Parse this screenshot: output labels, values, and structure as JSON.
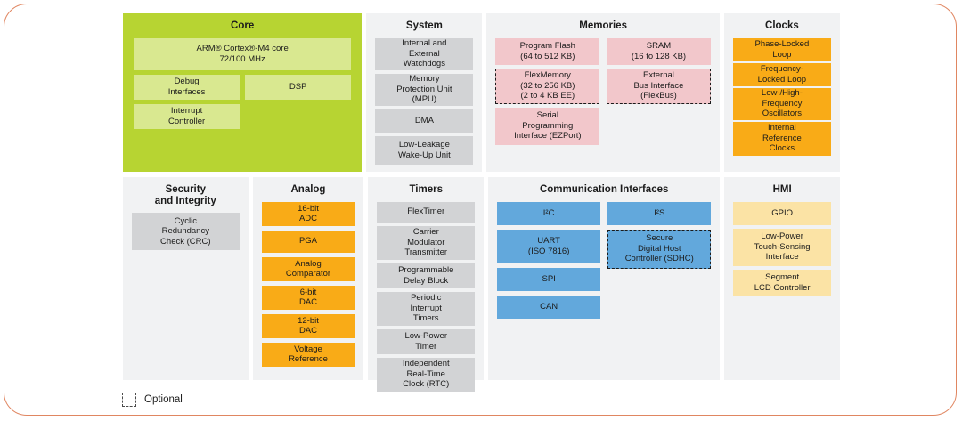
{
  "frame": {
    "border_color": "#e08661"
  },
  "legend": {
    "swatch_name": "dashed-square-icon",
    "label": "Optional"
  },
  "colors": {
    "core_panel": "#b7d432",
    "core_block": "#d9e890",
    "gray_block": "#d2d3d5",
    "pink_block": "#f2c7cb",
    "orange_block": "#f9ab17",
    "blue_block": "#62a8dc",
    "cream_block": "#fbe3a5",
    "panel_background": "#f1f2f3"
  },
  "panels": {
    "core": {
      "title": "Core",
      "blocks": {
        "main": "ARM® Cortex®-M4 core\n72/100 MHz",
        "debug": "Debug\nInterfaces",
        "dsp": "DSP",
        "interrupt": "Interrupt\nController"
      }
    },
    "system": {
      "title": "System",
      "blocks": [
        {
          "label": "Internal and\nExternal\nWatchdogs",
          "optional": false
        },
        {
          "label": "Memory\nProtection Unit\n(MPU)",
          "optional": false
        },
        {
          "label": "DMA",
          "optional": false
        },
        {
          "label": "Low-Leakage\nWake-Up Unit",
          "optional": false
        }
      ]
    },
    "memories": {
      "title": "Memories",
      "left_blocks": [
        {
          "label": "Program Flash\n(64 to 512 KB)",
          "optional": false
        },
        {
          "label": "FlexMemory\n(32 to 256 KB)\n(2 to 4 KB EE)",
          "optional": true
        },
        {
          "label": "Serial\nProgramming\nInterface (EZPort)",
          "optional": false
        }
      ],
      "right_blocks": [
        {
          "label": "SRAM\n(16 to 128 KB)",
          "optional": false
        },
        {
          "label": "External\nBus Interface\n(FlexBus)",
          "optional": true
        }
      ]
    },
    "clocks": {
      "title": "Clocks",
      "blocks": [
        {
          "label": "Phase-Locked\nLoop",
          "optional": false
        },
        {
          "label": "Frequency-\nLocked Loop",
          "optional": false
        },
        {
          "label": "Low-/High-\nFrequency\nOscillators",
          "optional": false
        },
        {
          "label": "Internal\nReference\nClocks",
          "optional": false
        }
      ]
    },
    "security": {
      "title": "Security\nand Integrity",
      "blocks": [
        {
          "label": "Cyclic\nRedundancy\nCheck (CRC)",
          "optional": false
        }
      ]
    },
    "analog": {
      "title": "Analog",
      "blocks": [
        {
          "label": "16-bit\nADC",
          "optional": false
        },
        {
          "label": "PGA",
          "optional": false
        },
        {
          "label": "Analog\nComparator",
          "optional": false
        },
        {
          "label": "6-bit\nDAC",
          "optional": false
        },
        {
          "label": "12-bit\nDAC",
          "optional": false
        },
        {
          "label": "Voltage\nReference",
          "optional": false
        }
      ]
    },
    "timers": {
      "title": "Timers",
      "blocks": [
        {
          "label": "FlexTimer",
          "optional": false
        },
        {
          "label": "Carrier\nModulator\nTransmitter",
          "optional": false
        },
        {
          "label": "Programmable\nDelay Block",
          "optional": false
        },
        {
          "label": "Periodic\nInterrupt\nTimers",
          "optional": false
        },
        {
          "label": "Low-Power\nTimer",
          "optional": false
        },
        {
          "label": "Independent\nReal-Time\nClock (RTC)",
          "optional": false
        }
      ]
    },
    "communication": {
      "title": "Communication Interfaces",
      "left_blocks": [
        {
          "label": "I²C",
          "optional": false
        },
        {
          "label": "UART\n(ISO 7816)",
          "optional": false
        },
        {
          "label": "SPI",
          "optional": false
        },
        {
          "label": "CAN",
          "optional": false
        }
      ],
      "right_blocks": [
        {
          "label": "I²S",
          "optional": false
        },
        {
          "label": "Secure\nDigital Host\nController (SDHC)",
          "optional": true
        }
      ]
    },
    "hmi": {
      "title": "HMI",
      "blocks": [
        {
          "label": "GPIO",
          "optional": false
        },
        {
          "label": "Low-Power\nTouch-Sensing\nInterface",
          "optional": false
        },
        {
          "label": "Segment\nLCD Controller",
          "optional": false
        }
      ]
    }
  }
}
